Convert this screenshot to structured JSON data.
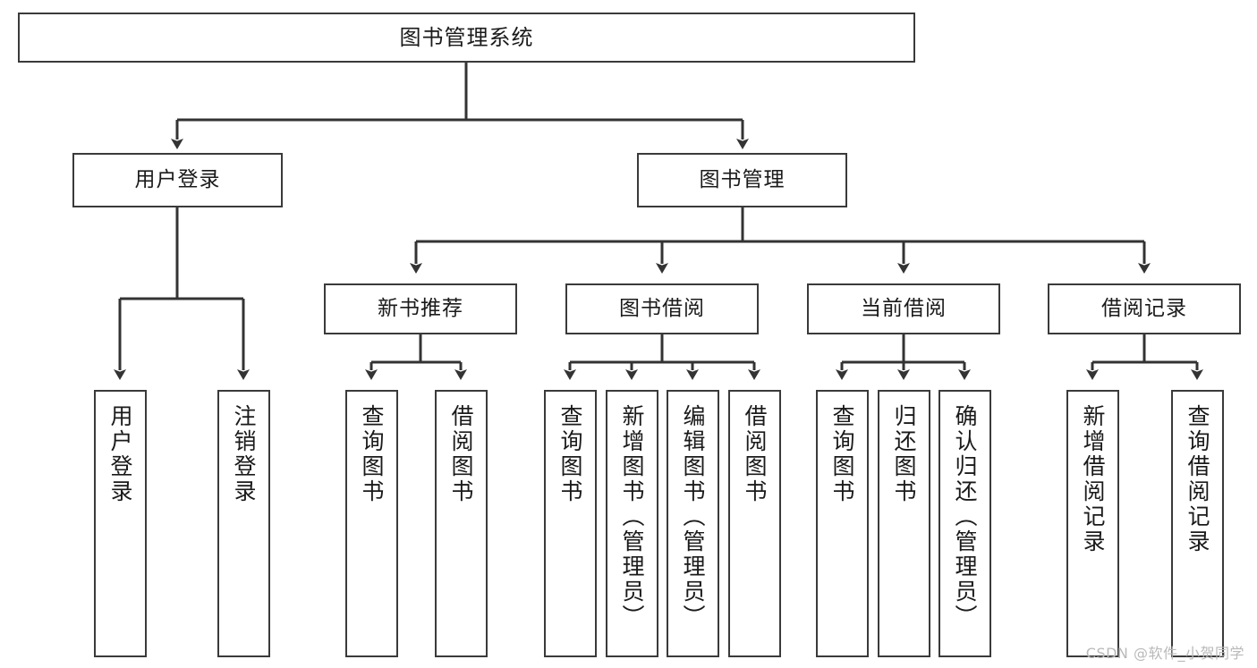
{
  "diagram": {
    "type": "hierarchy-tree",
    "title": "图书管理系统",
    "orientation": "top-down",
    "colors": {
      "box_border": "#3a3a3a",
      "box_fill": "#ffffff",
      "connector": "#333333",
      "text": "#1a1a1a",
      "watermark": "#b9b9b9"
    },
    "levels": [
      {
        "level": 1,
        "nodes": [
          {
            "id": "root",
            "label": "图书管理系统",
            "text_direction": "horizontal"
          }
        ]
      },
      {
        "level": 2,
        "nodes": [
          {
            "id": "login",
            "label": "用户登录",
            "text_direction": "horizontal",
            "parent": "root"
          },
          {
            "id": "bookmgmt",
            "label": "图书管理",
            "text_direction": "horizontal",
            "parent": "root"
          }
        ]
      },
      {
        "level": 3,
        "nodes": [
          {
            "id": "newbook",
            "label": "新书推荐",
            "text_direction": "horizontal",
            "parent": "bookmgmt"
          },
          {
            "id": "borrow",
            "label": "图书借阅",
            "text_direction": "horizontal",
            "parent": "bookmgmt"
          },
          {
            "id": "current",
            "label": "当前借阅",
            "text_direction": "horizontal",
            "parent": "bookmgmt"
          },
          {
            "id": "records",
            "label": "借阅记录",
            "text_direction": "horizontal",
            "parent": "bookmgmt"
          }
        ]
      },
      {
        "level": 4,
        "nodes": [
          {
            "id": "leaf1",
            "label": "用户登录",
            "text_direction": "vertical",
            "parent": "login"
          },
          {
            "id": "leaf2",
            "label": "注销登录",
            "text_direction": "vertical",
            "parent": "login"
          },
          {
            "id": "leaf3",
            "label": "查询图书",
            "text_direction": "vertical",
            "parent": "newbook"
          },
          {
            "id": "leaf4",
            "label": "借阅图书",
            "text_direction": "vertical",
            "parent": "newbook"
          },
          {
            "id": "leaf5",
            "label": "查询图书",
            "text_direction": "vertical",
            "parent": "borrow"
          },
          {
            "id": "leaf6",
            "label": "新增图书（管理员）",
            "text_direction": "vertical",
            "parent": "borrow"
          },
          {
            "id": "leaf7",
            "label": "编辑图书（管理员）",
            "text_direction": "vertical",
            "parent": "borrow"
          },
          {
            "id": "leaf8",
            "label": "借阅图书",
            "text_direction": "vertical",
            "parent": "borrow"
          },
          {
            "id": "leaf9",
            "label": "查询图书",
            "text_direction": "vertical",
            "parent": "current"
          },
          {
            "id": "leaf10",
            "label": "归还图书",
            "text_direction": "vertical",
            "parent": "current"
          },
          {
            "id": "leaf11",
            "label": "确认归还（管理员）",
            "text_direction": "vertical",
            "parent": "current"
          },
          {
            "id": "leaf12",
            "label": "新增借阅记录",
            "text_direction": "vertical",
            "parent": "records"
          },
          {
            "id": "leaf13",
            "label": "查询借阅记录",
            "text_direction": "vertical",
            "parent": "records"
          }
        ]
      }
    ]
  },
  "watermark": {
    "text": "CSDN @软件_小贺同学"
  }
}
